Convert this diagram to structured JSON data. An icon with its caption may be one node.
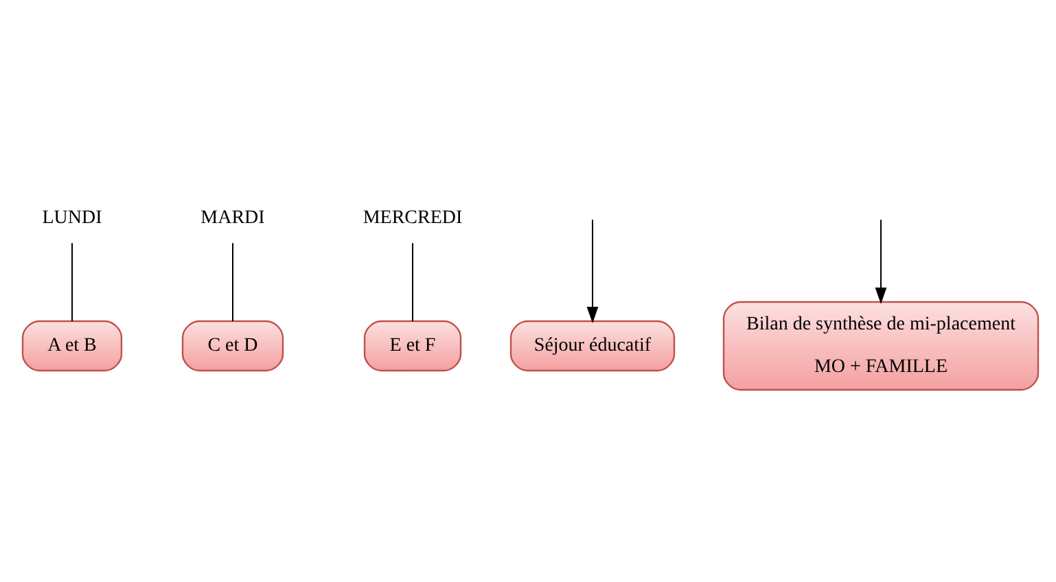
{
  "diagram": {
    "nodes": [
      {
        "text": [
          "LUNDI"
        ]
      },
      {
        "text": [
          "MARDI"
        ]
      },
      {
        "text": [
          "MERCREDI"
        ]
      },
      {
        "text": [
          "A et B"
        ]
      },
      {
        "text": [
          "C et D"
        ]
      },
      {
        "text": [
          "E et F"
        ]
      },
      {
        "text": [
          "Séjour éducatif"
        ]
      },
      {
        "text": [
          "Bilan de synthèse de mi-placement",
          "MO + FAMILLE"
        ]
      }
    ],
    "edges": [
      {
        "from": 0,
        "to": 3,
        "arrow": "none"
      },
      {
        "from": 1,
        "to": 4,
        "arrow": "none"
      },
      {
        "from": 2,
        "to": 5,
        "arrow": "none"
      },
      {
        "from": null,
        "to": 6,
        "arrow": "to"
      },
      {
        "from": null,
        "to": 7,
        "arrow": "to"
      }
    ]
  }
}
